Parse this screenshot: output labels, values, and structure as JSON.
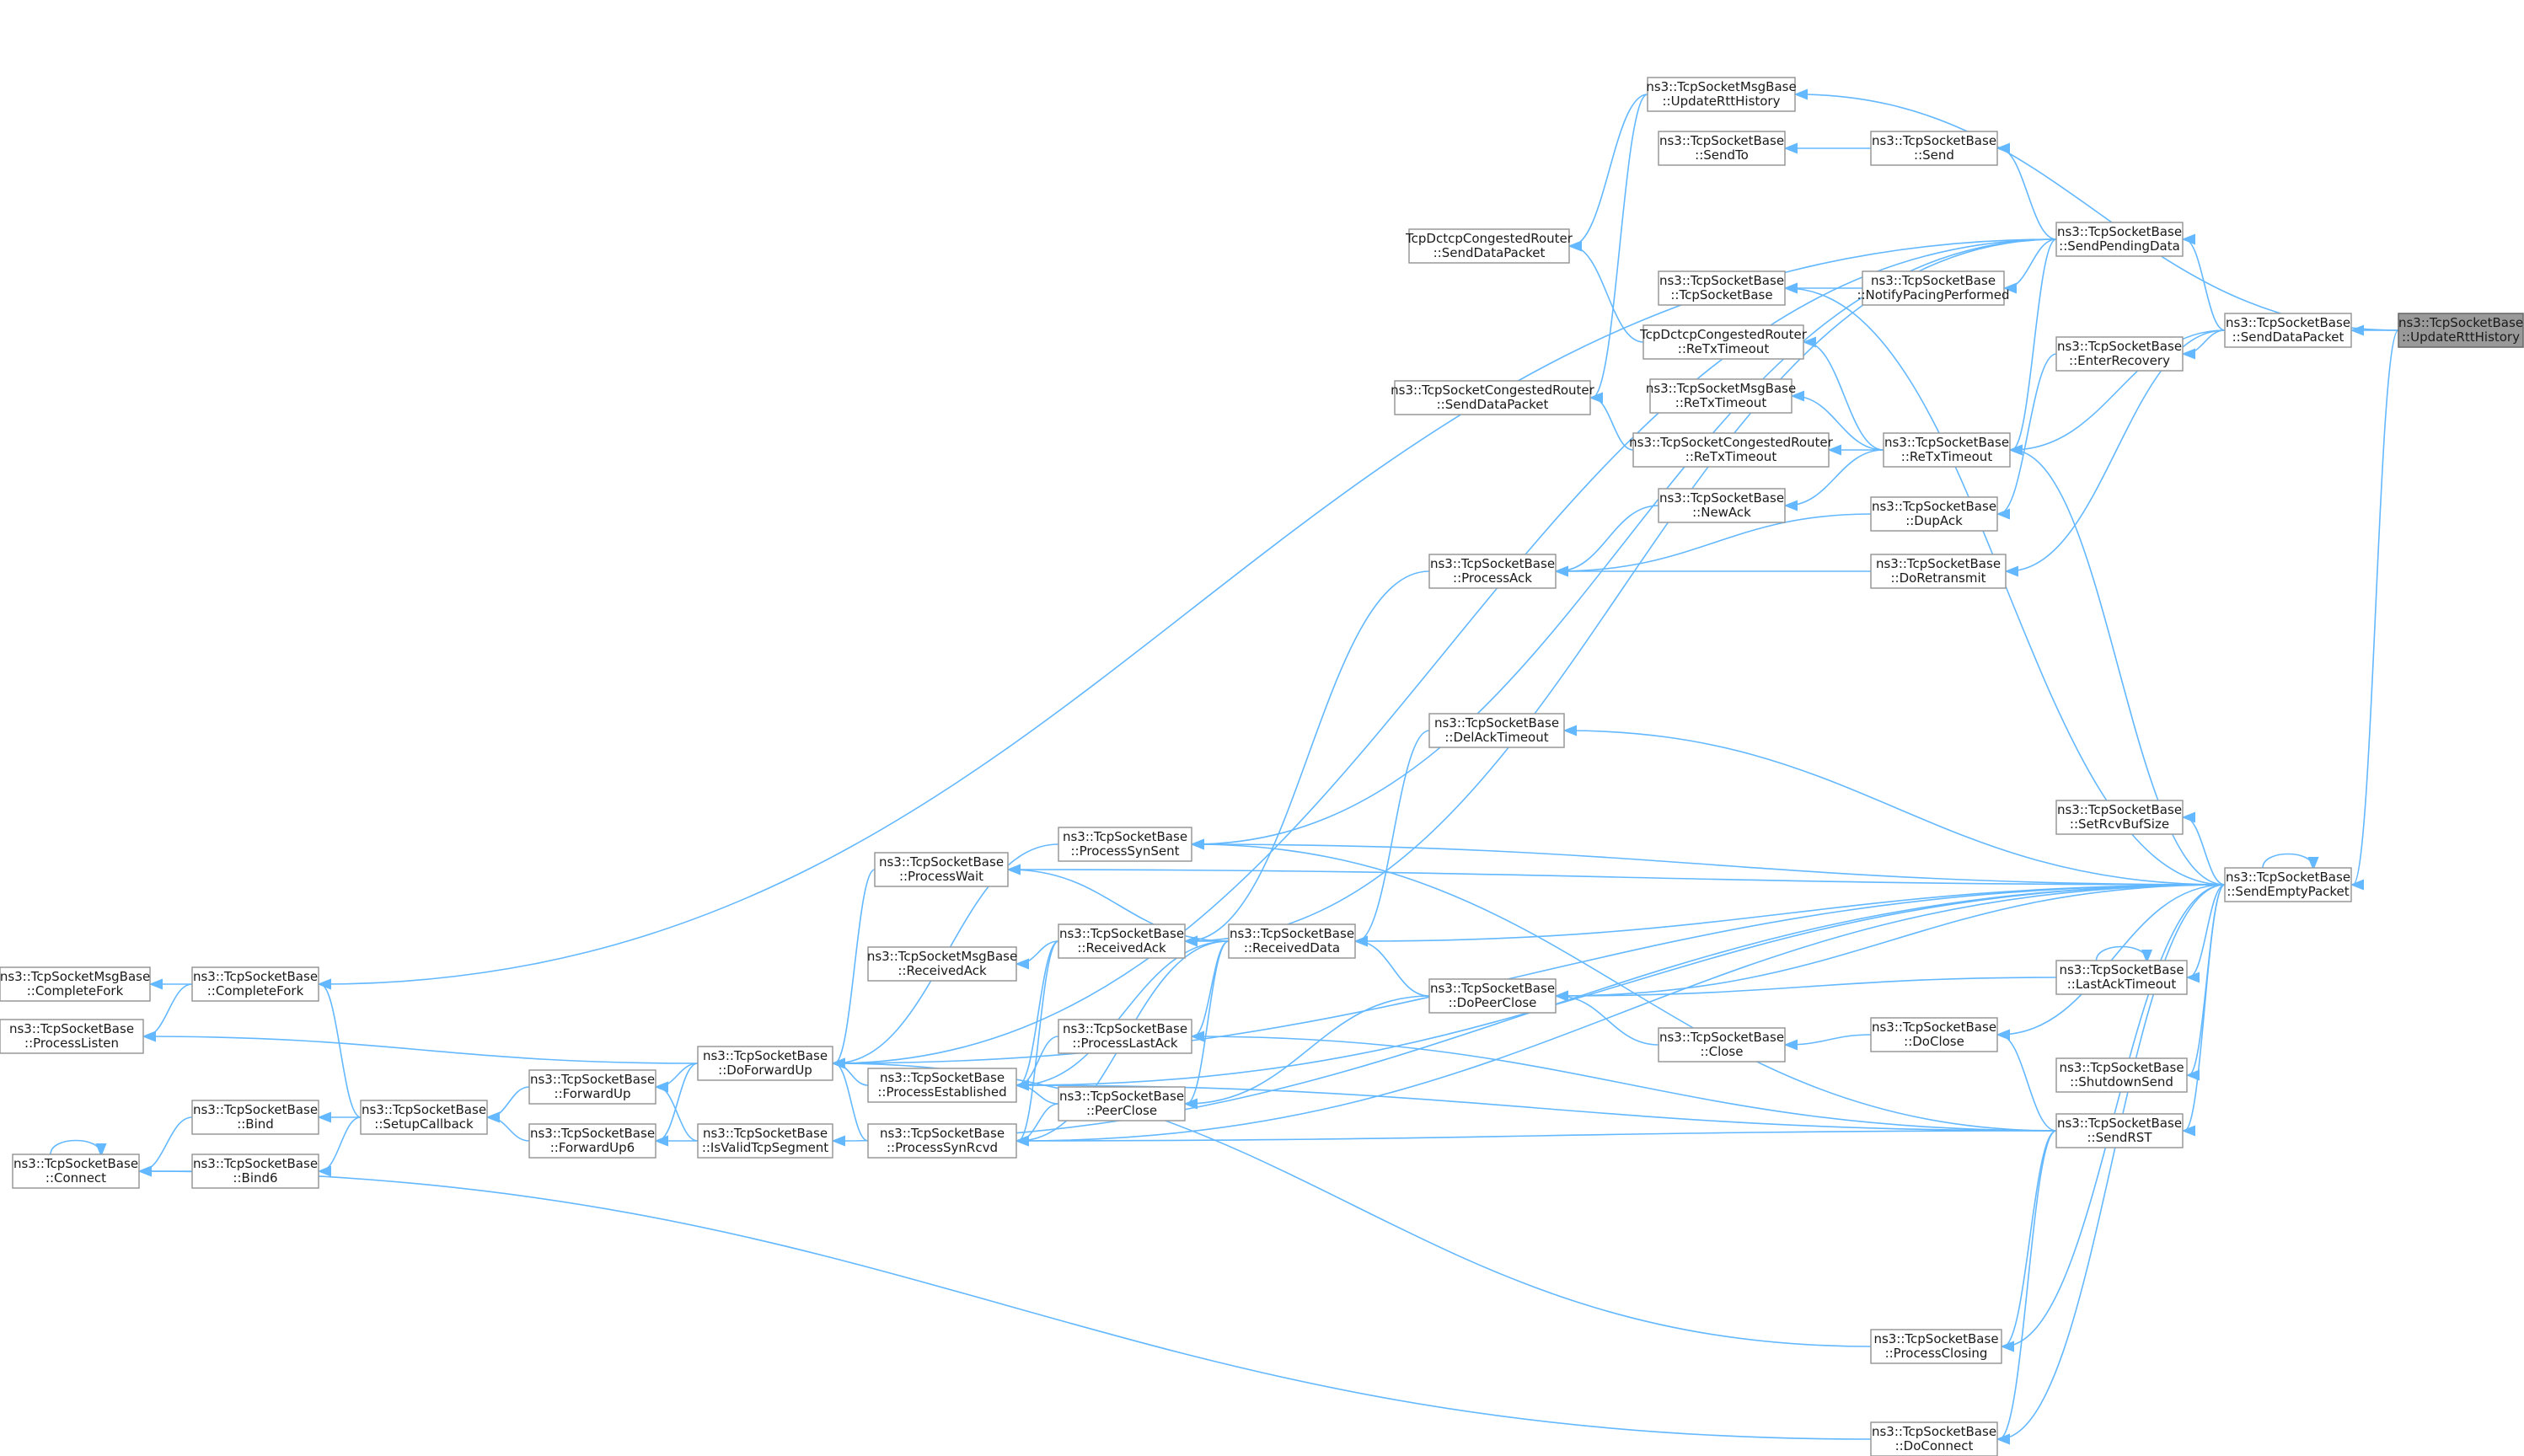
{
  "graph": {
    "nodes": [
      {
        "id": "update_rtt_history",
        "line1": "ns3::TcpSocketBase",
        "line2": "::UpdateRttHistory",
        "highlight": true
      },
      {
        "id": "send_data_packet",
        "line1": "ns3::TcpSocketBase",
        "line2": "::SendDataPacket"
      },
      {
        "id": "send_empty_packet",
        "line1": "ns3::TcpSocketBase",
        "line2": "::SendEmptyPacket"
      },
      {
        "id": "send_pending_data",
        "line1": "ns3::TcpSocketBase",
        "line2": "::SendPendingData"
      },
      {
        "id": "enter_recovery",
        "line1": "ns3::TcpSocketBase",
        "line2": "::EnterRecovery"
      },
      {
        "id": "msg_update_rtt",
        "line1": "ns3::TcpSocketMsgBase",
        "line2": "::UpdateRttHistory"
      },
      {
        "id": "send",
        "line1": "ns3::TcpSocketBase",
        "line2": "::Send"
      },
      {
        "id": "send_to",
        "line1": "ns3::TcpSocketBase",
        "line2": "::SendTo"
      },
      {
        "id": "dctcp_send_data",
        "line1": "TcpDctcpCongestedRouter",
        "line2": "::SendDataPacket"
      },
      {
        "id": "tcp_socket_base_ctor",
        "line1": "ns3::TcpSocketBase",
        "line2": "::TcpSocketBase"
      },
      {
        "id": "notify_pacing",
        "line1": "ns3::TcpSocketBase",
        "line2": "::NotifyPacingPerformed"
      },
      {
        "id": "dctcp_retx",
        "line1": "TcpDctcpCongestedRouter",
        "line2": "::ReTxTimeout"
      },
      {
        "id": "congested_send_data",
        "line1": "ns3::TcpSocketCongestedRouter",
        "line2": "::SendDataPacket"
      },
      {
        "id": "msg_retx",
        "line1": "ns3::TcpSocketMsgBase",
        "line2": "::ReTxTimeout"
      },
      {
        "id": "congested_retx",
        "line1": "ns3::TcpSocketCongestedRouter",
        "line2": "::ReTxTimeout"
      },
      {
        "id": "retx_timeout",
        "line1": "ns3::TcpSocketBase",
        "line2": "::ReTxTimeout"
      },
      {
        "id": "new_ack",
        "line1": "ns3::TcpSocketBase",
        "line2": "::NewAck"
      },
      {
        "id": "dup_ack",
        "line1": "ns3::TcpSocketBase",
        "line2": "::DupAck"
      },
      {
        "id": "process_ack",
        "line1": "ns3::TcpSocketBase",
        "line2": "::ProcessAck"
      },
      {
        "id": "do_retransmit",
        "line1": "ns3::TcpSocketBase",
        "line2": "::DoRetransmit"
      },
      {
        "id": "del_ack_timeout",
        "line1": "ns3::TcpSocketBase",
        "line2": "::DelAckTimeout"
      },
      {
        "id": "set_rcv_buf",
        "line1": "ns3::TcpSocketBase",
        "line2": "::SetRcvBufSize"
      },
      {
        "id": "process_syn_sent",
        "line1": "ns3::TcpSocketBase",
        "line2": "::ProcessSynSent"
      },
      {
        "id": "process_wait",
        "line1": "ns3::TcpSocketBase",
        "line2": "::ProcessWait"
      },
      {
        "id": "received_ack",
        "line1": "ns3::TcpSocketBase",
        "line2": "::ReceivedAck"
      },
      {
        "id": "received_data",
        "line1": "ns3::TcpSocketBase",
        "line2": "::ReceivedData"
      },
      {
        "id": "msg_received_ack",
        "line1": "ns3::TcpSocketMsgBase",
        "line2": "::ReceivedAck"
      },
      {
        "id": "last_ack_timeout",
        "line1": "ns3::TcpSocketBase",
        "line2": "::LastAckTimeout"
      },
      {
        "id": "do_peer_close",
        "line1": "ns3::TcpSocketBase",
        "line2": "::DoPeerClose"
      },
      {
        "id": "msg_complete_fork",
        "line1": "ns3::TcpSocketMsgBase",
        "line2": "::CompleteFork"
      },
      {
        "id": "complete_fork",
        "line1": "ns3::TcpSocketBase",
        "line2": "::CompleteFork"
      },
      {
        "id": "process_listen",
        "line1": "ns3::TcpSocketBase",
        "line2": "::ProcessListen"
      },
      {
        "id": "do_forward_up",
        "line1": "ns3::TcpSocketBase",
        "line2": "::DoForwardUp"
      },
      {
        "id": "process_last_ack",
        "line1": "ns3::TcpSocketBase",
        "line2": "::ProcessLastAck"
      },
      {
        "id": "close",
        "line1": "ns3::TcpSocketBase",
        "line2": "::Close"
      },
      {
        "id": "do_close",
        "line1": "ns3::TcpSocketBase",
        "line2": "::DoClose"
      },
      {
        "id": "shutdown_send",
        "line1": "ns3::TcpSocketBase",
        "line2": "::ShutdownSend"
      },
      {
        "id": "forward_up",
        "line1": "ns3::TcpSocketBase",
        "line2": "::ForwardUp"
      },
      {
        "id": "bind",
        "line1": "ns3::TcpSocketBase",
        "line2": "::Bind"
      },
      {
        "id": "setup_callback",
        "line1": "ns3::TcpSocketBase",
        "line2": "::SetupCallback"
      },
      {
        "id": "process_established",
        "line1": "ns3::TcpSocketBase",
        "line2": "::ProcessEstablished"
      },
      {
        "id": "peer_close",
        "line1": "ns3::TcpSocketBase",
        "line2": "::PeerClose"
      },
      {
        "id": "send_rst",
        "line1": "ns3::TcpSocketBase",
        "line2": "::SendRST"
      },
      {
        "id": "connect",
        "line1": "ns3::TcpSocketBase",
        "line2": "::Connect"
      },
      {
        "id": "bind6",
        "line1": "ns3::TcpSocketBase",
        "line2": "::Bind6"
      },
      {
        "id": "forward_up6",
        "line1": "ns3::TcpSocketBase",
        "line2": "::ForwardUp6"
      },
      {
        "id": "is_valid_segment",
        "line1": "ns3::TcpSocketBase",
        "line2": "::IsValidTcpSegment"
      },
      {
        "id": "process_syn_rcvd",
        "line1": "ns3::TcpSocketBase",
        "line2": "::ProcessSynRcvd"
      },
      {
        "id": "process_closing",
        "line1": "ns3::TcpSocketBase",
        "line2": "::ProcessClosing"
      },
      {
        "id": "do_connect",
        "line1": "ns3::TcpSocketBase",
        "line2": "::DoConnect"
      }
    ],
    "edges": [
      [
        "update_rtt_history",
        "send_data_packet"
      ],
      [
        "update_rtt_history",
        "send_empty_packet"
      ],
      [
        "update_rtt_history",
        "msg_update_rtt"
      ],
      [
        "send_data_packet",
        "send_pending_data"
      ],
      [
        "send_data_packet",
        "enter_recovery"
      ],
      [
        "send_data_packet",
        "retx_timeout"
      ],
      [
        "send_data_packet",
        "do_retransmit"
      ],
      [
        "send_pending_data",
        "send"
      ],
      [
        "send_pending_data",
        "notify_pacing"
      ],
      [
        "send_pending_data",
        "retx_timeout"
      ],
      [
        "send_pending_data",
        "do_forward_up"
      ],
      [
        "send_pending_data",
        "complete_fork"
      ],
      [
        "send_pending_data",
        "process_syn_sent"
      ],
      [
        "send_pending_data",
        "received_ack"
      ],
      [
        "send",
        "send_to"
      ],
      [
        "notify_pacing",
        "tcp_socket_base_ctor"
      ],
      [
        "msg_update_rtt",
        "dctcp_send_data"
      ],
      [
        "msg_update_rtt",
        "congested_send_data"
      ],
      [
        "dctcp_retx",
        "dctcp_send_data"
      ],
      [
        "congested_retx",
        "congested_send_data"
      ],
      [
        "retx_timeout",
        "dctcp_retx"
      ],
      [
        "retx_timeout",
        "msg_retx"
      ],
      [
        "retx_timeout",
        "congested_retx"
      ],
      [
        "retx_timeout",
        "new_ack"
      ],
      [
        "enter_recovery",
        "dup_ack"
      ],
      [
        "new_ack",
        "process_ack"
      ],
      [
        "dup_ack",
        "process_ack"
      ],
      [
        "do_retransmit",
        "process_ack"
      ],
      [
        "process_ack",
        "received_ack"
      ],
      [
        "send_empty_packet",
        "send_empty_packet"
      ],
      [
        "send_empty_packet",
        "tcp_socket_base_ctor"
      ],
      [
        "send_empty_packet",
        "retx_timeout"
      ],
      [
        "send_empty_packet",
        "del_ack_timeout"
      ],
      [
        "send_empty_packet",
        "set_rcv_buf"
      ],
      [
        "send_empty_packet",
        "process_wait"
      ],
      [
        "send_empty_packet",
        "process_syn_sent"
      ],
      [
        "send_empty_packet",
        "received_data"
      ],
      [
        "send_empty_packet",
        "do_peer_close"
      ],
      [
        "send_empty_packet",
        "last_ack_timeout"
      ],
      [
        "send_empty_packet",
        "do_close"
      ],
      [
        "send_empty_packet",
        "shutdown_send"
      ],
      [
        "send_empty_packet",
        "send_rst"
      ],
      [
        "send_empty_packet",
        "process_established"
      ],
      [
        "send_empty_packet",
        "process_syn_rcvd"
      ],
      [
        "send_empty_packet",
        "process_closing"
      ],
      [
        "send_empty_packet",
        "do_connect"
      ],
      [
        "send_empty_packet",
        "is_valid_segment"
      ],
      [
        "send_empty_packet",
        "do_forward_up"
      ],
      [
        "del_ack_timeout",
        "received_data"
      ],
      [
        "last_ack_timeout",
        "last_ack_timeout"
      ],
      [
        "last_ack_timeout",
        "do_peer_close"
      ],
      [
        "received_data",
        "received_ack"
      ],
      [
        "received_data",
        "process_wait"
      ],
      [
        "received_data",
        "process_established"
      ],
      [
        "received_data",
        "process_last_ack"
      ],
      [
        "received_data",
        "peer_close"
      ],
      [
        "received_data",
        "process_syn_rcvd"
      ],
      [
        "received_ack",
        "msg_received_ack"
      ],
      [
        "received_ack",
        "process_established"
      ],
      [
        "received_ack",
        "process_syn_rcvd"
      ],
      [
        "process_syn_sent",
        "do_forward_up"
      ],
      [
        "process_wait",
        "do_forward_up"
      ],
      [
        "do_peer_close",
        "received_data"
      ],
      [
        "do_peer_close",
        "peer_close"
      ],
      [
        "close",
        "do_peer_close"
      ],
      [
        "do_close",
        "close"
      ],
      [
        "send_rst",
        "process_syn_sent"
      ],
      [
        "send_rst",
        "do_close"
      ],
      [
        "send_rst",
        "process_last_ack"
      ],
      [
        "send_rst",
        "process_established"
      ],
      [
        "send_rst",
        "process_syn_rcvd"
      ],
      [
        "send_rst",
        "process_closing"
      ],
      [
        "send_rst",
        "do_connect"
      ],
      [
        "process_last_ack",
        "process_established"
      ],
      [
        "peer_close",
        "process_established"
      ],
      [
        "peer_close",
        "process_syn_rcvd"
      ],
      [
        "process_established",
        "do_forward_up"
      ],
      [
        "process_syn_rcvd",
        "do_forward_up"
      ],
      [
        "process_closing",
        "do_forward_up"
      ],
      [
        "do_forward_up",
        "process_listen"
      ],
      [
        "do_forward_up",
        "forward_up"
      ],
      [
        "do_forward_up",
        "forward_up6"
      ],
      [
        "do_connect",
        "connect"
      ],
      [
        "is_valid_segment",
        "forward_up"
      ],
      [
        "is_valid_segment",
        "forward_up6"
      ],
      [
        "forward_up",
        "setup_callback"
      ],
      [
        "forward_up6",
        "setup_callback"
      ],
      [
        "setup_callback",
        "complete_fork"
      ],
      [
        "setup_callback",
        "bind"
      ],
      [
        "setup_callback",
        "bind6"
      ],
      [
        "complete_fork",
        "msg_complete_fork"
      ],
      [
        "complete_fork",
        "process_listen"
      ],
      [
        "bind",
        "connect"
      ],
      [
        "bind6",
        "connect"
      ],
      [
        "connect",
        "connect"
      ]
    ]
  }
}
